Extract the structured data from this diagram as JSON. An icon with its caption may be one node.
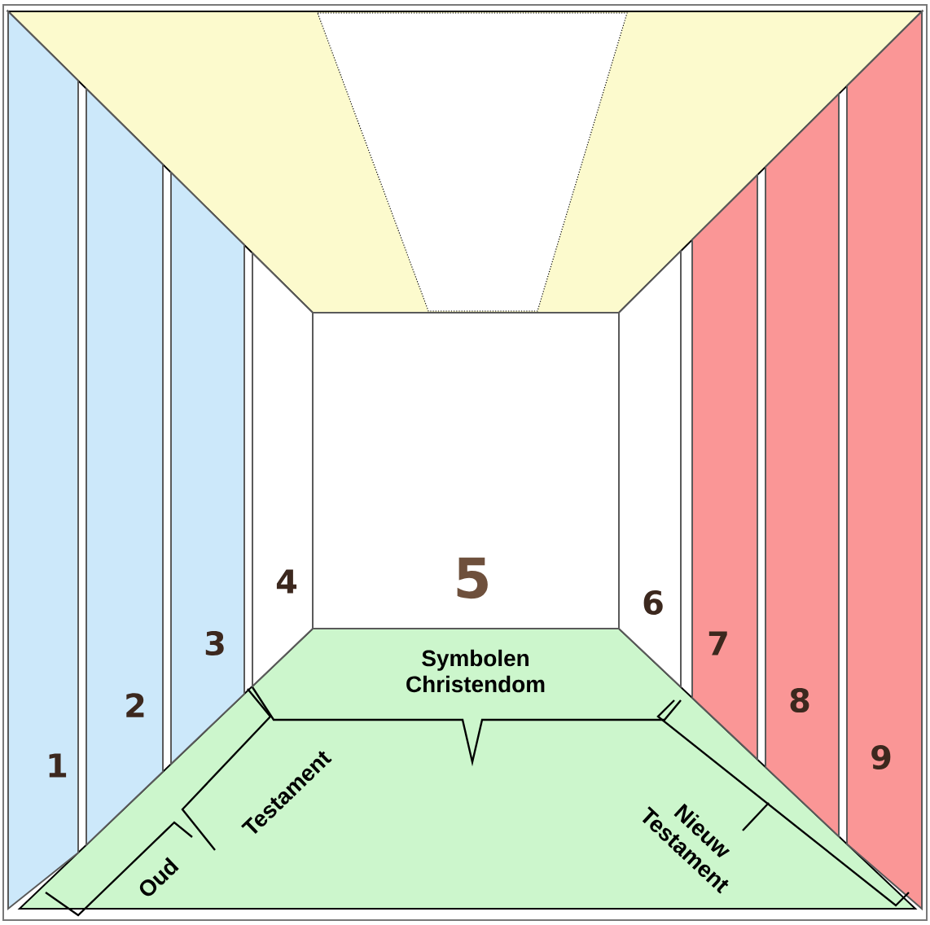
{
  "diagram": {
    "nodes": [
      {
        "text": [
          "1"
        ]
      },
      {
        "text": [
          "2"
        ]
      },
      {
        "text": [
          "3"
        ]
      },
      {
        "text": [
          "4"
        ]
      },
      {
        "text": [
          "5"
        ]
      },
      {
        "text": [
          "6"
        ]
      },
      {
        "text": [
          "7"
        ]
      },
      {
        "text": [
          "8"
        ]
      },
      {
        "text": [
          "9"
        ]
      }
    ],
    "labels": [
      "Symbolen Christendom",
      "Testament",
      "Oud",
      "Nieuw Testament"
    ]
  }
}
